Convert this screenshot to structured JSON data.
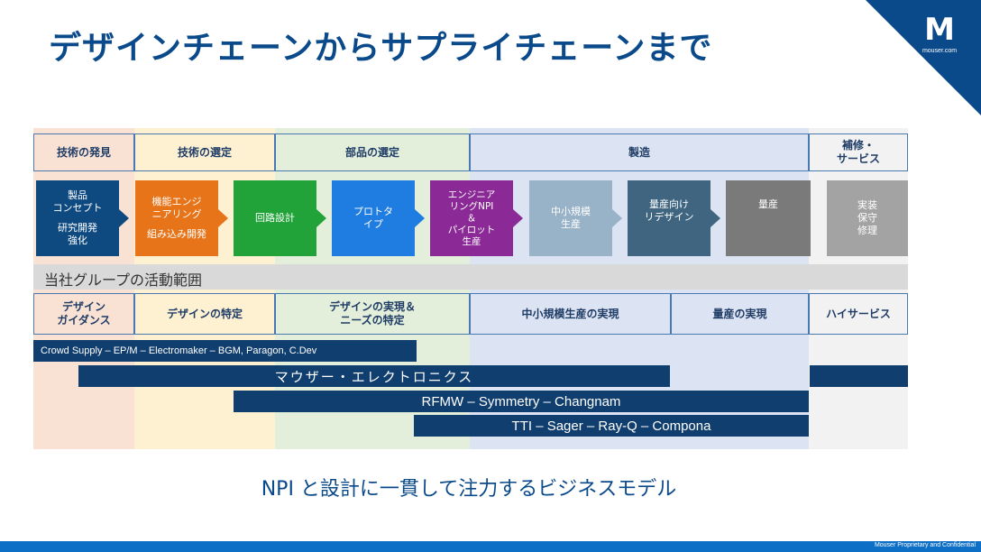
{
  "title": "デザインチェーンからサプライチェーンまで",
  "logo": {
    "mark": "M",
    "url": "mouser.com"
  },
  "colors": {
    "title": "#0b4a8a",
    "band_discovery": "#f9e2d4",
    "band_selection": "#fdf1d2",
    "band_parts": "#e3efda",
    "band_manufacturing": "#dce3f2",
    "band_service": "#f2f2f2",
    "bar": "#103e6e"
  },
  "phases": [
    {
      "label": "技術の発見"
    },
    {
      "label": "技術の選定"
    },
    {
      "label": "部品の選定"
    },
    {
      "label": "製造"
    },
    {
      "label": "補修・\nサービス"
    }
  ],
  "steps": [
    {
      "label": "製品\nコンセプト",
      "sub": "研究開発\n強化",
      "color": "#0e4a80"
    },
    {
      "label": "機能エンジ\nニアリング",
      "sub": "組み込み開発",
      "color": "#e8741a"
    },
    {
      "label": "回路設計",
      "sub": "",
      "color": "#22a33a"
    },
    {
      "label": "プロトタ\nイプ",
      "sub": "",
      "color": "#1f7ce0"
    },
    {
      "label": "エンジニア\nリングNPI\n＆\nパイロット\n生産",
      "sub": "",
      "color": "#8b2a96"
    },
    {
      "label": "中小規模\n生産",
      "sub": "",
      "color": "#98b2c8"
    },
    {
      "label": "量産向け\nリデザイン",
      "sub": "",
      "color": "#3f6580"
    },
    {
      "label": "量産",
      "sub": "",
      "color": "#7a7a7a"
    },
    {
      "label": "実装\n保守\n修理",
      "sub": "",
      "color": "#a3a3a3"
    }
  ],
  "group_label": "当社グループの活動範囲",
  "activities": [
    {
      "label": "デザイン\nガイダンス"
    },
    {
      "label": "デザインの特定"
    },
    {
      "label": "デザインの実現＆\nニーズの特定"
    },
    {
      "label": "中小規模生産の実現"
    },
    {
      "label": "量産の実現"
    },
    {
      "label": "ハイサービス"
    }
  ],
  "bars": {
    "crowd": "Crowd Supply – EP/M – Electromaker – BGM, Paragon, C.Dev",
    "mouser": "マウザー・エレクトロニクス",
    "rfmw": "RFMW – Symmetry – Changnam",
    "tti": "TTI – Sager – Ray-Q – Compona"
  },
  "caption": "NPI と設計に一貫して注力するビジネスモデル",
  "footer": "Mouser Proprietary and Confidential"
}
